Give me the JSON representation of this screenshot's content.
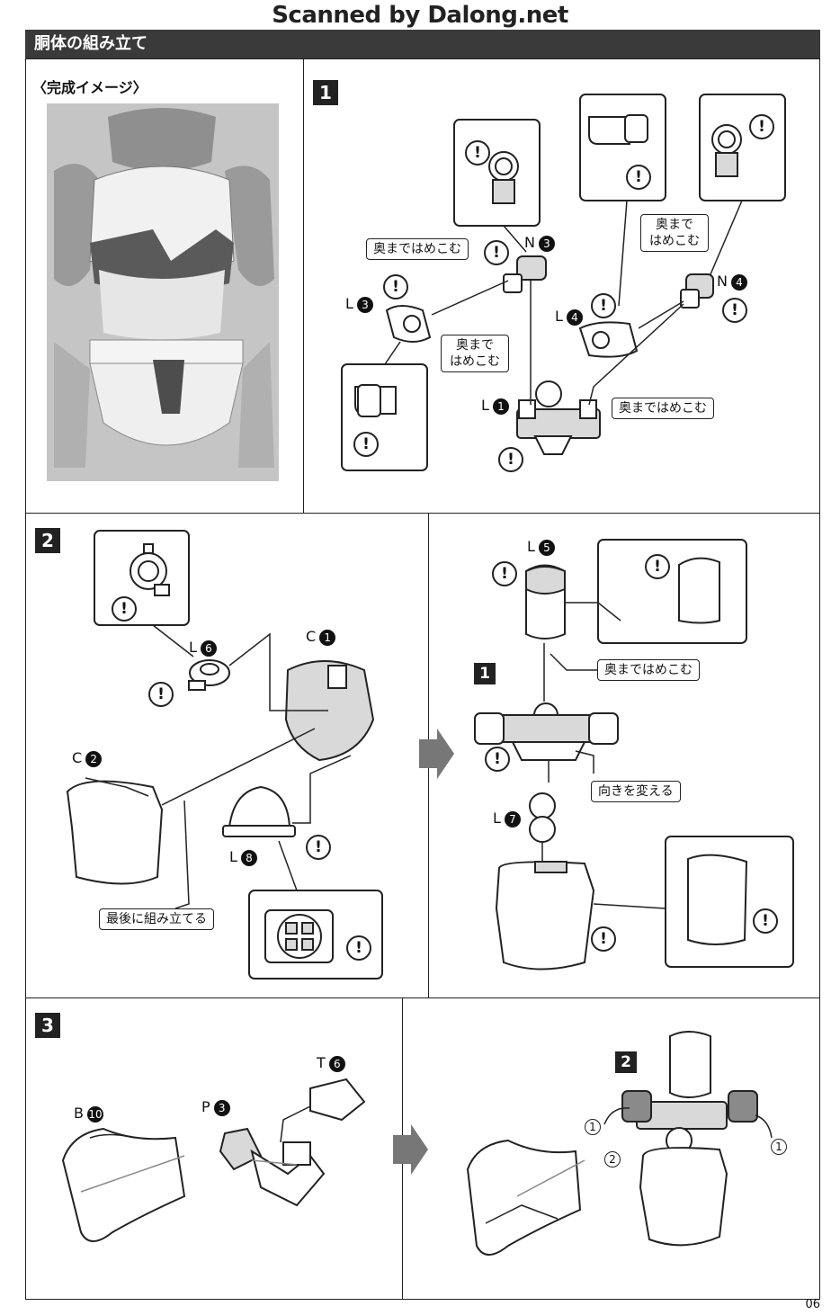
{
  "watermark": "Scanned by Dalong.net",
  "header": {
    "title": "胴体の組み立て"
  },
  "preview": {
    "caption": "〈完成イメージ〉"
  },
  "steps": {
    "s1": "1",
    "s2": "2",
    "s3": "3",
    "ref1": "1",
    "ref2": "2"
  },
  "step1": {
    "tag_push_a": "奥まではめこむ",
    "tag_push_b": "奥まで\nはめこむ",
    "tag_push_c": "奥まで\nはめこむ",
    "tag_push_d": "奥まではめこむ",
    "parts": [
      {
        "letter": "N",
        "num": "3"
      },
      {
        "letter": "L",
        "num": "3"
      },
      {
        "letter": "L",
        "num": "4"
      },
      {
        "letter": "N",
        "num": "4"
      },
      {
        "letter": "L",
        "num": "1"
      }
    ]
  },
  "step2": {
    "tag_last": "最後に組み立てる",
    "tag_push": "奥まではめこむ",
    "tag_orient": "向きを変える",
    "parts": [
      {
        "letter": "L",
        "num": "6"
      },
      {
        "letter": "C",
        "num": "1"
      },
      {
        "letter": "C",
        "num": "2"
      },
      {
        "letter": "L",
        "num": "8"
      },
      {
        "letter": "L",
        "num": "5"
      },
      {
        "letter": "L",
        "num": "7"
      }
    ]
  },
  "step3": {
    "parts": [
      {
        "letter": "T",
        "num": "6"
      },
      {
        "letter": "B",
        "num": "10"
      },
      {
        "letter": "P",
        "num": "3"
      }
    ],
    "order_a": "1",
    "order_b": "2",
    "order_c": "1"
  },
  "warn_glyph": "!",
  "page_number": "06"
}
